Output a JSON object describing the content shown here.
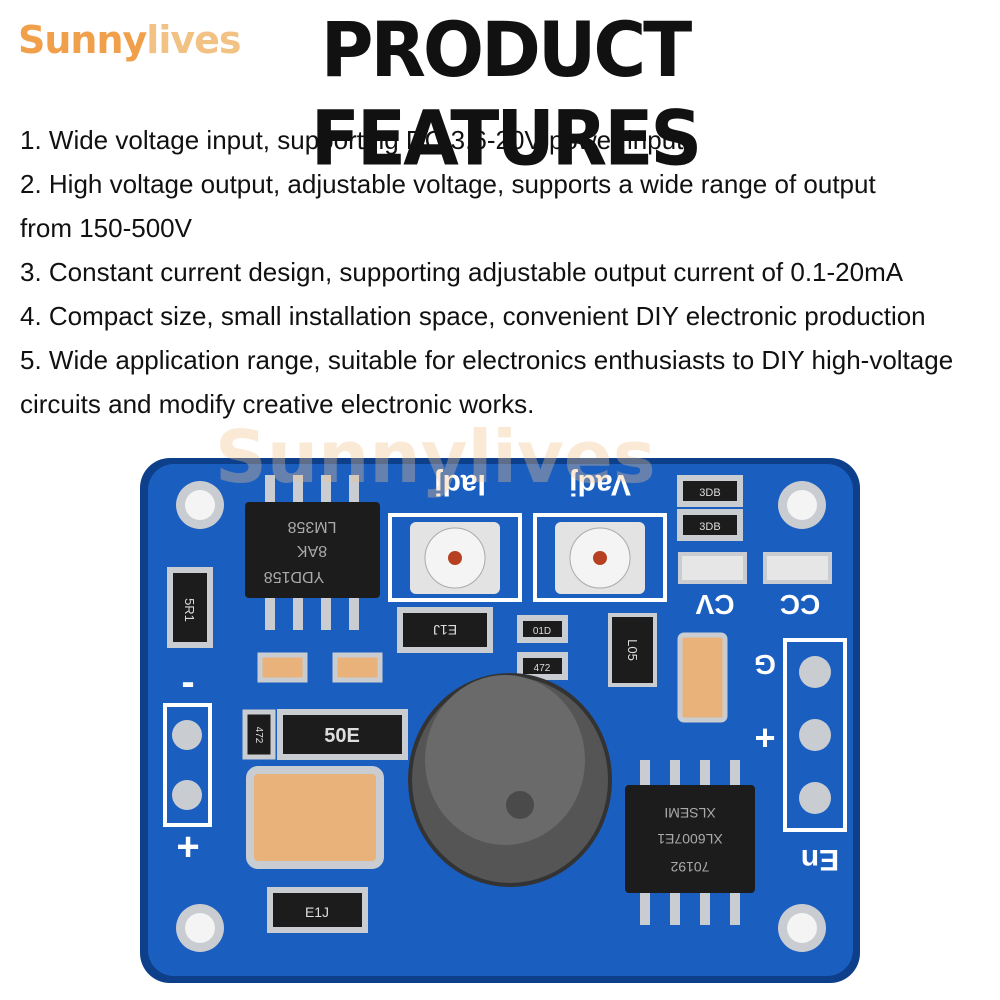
{
  "brand": {
    "logo_a": "Sunny",
    "logo_b": "lives",
    "watermark": "Sunnylives"
  },
  "heading": "PRODUCT FEATURES",
  "features": [
    "1. Wide voltage input, supporting DC 3.6-20V power input",
    "2. High voltage output, adjustable voltage, supports a wide range of output",
    "from 150-500V",
    "3. Constant current design, supporting adjustable output current of 0.1-20mA",
    "4. Compact size, small installation space, convenient DIY electronic production",
    "5. Wide application range, suitable for electronics enthusiasts to DIY high-voltage",
    "circuits and modify creative electronic works."
  ],
  "board": {
    "colors": {
      "pcb": "#1a5fc0",
      "pcb_edge": "#0e3f8a",
      "silkscreen": "#ffffff",
      "chip": "#1c1c1c",
      "pad": "#c9ccd1",
      "capacitor": "#e8b27a"
    },
    "silk_labels": {
      "iadj": "Iadj",
      "vadj": "Vadj",
      "cv": "CV",
      "cc": "CC",
      "g": "G",
      "plus_right": "+",
      "en": "En",
      "minus_left": "-",
      "plus_left": "+"
    },
    "chip_labels": {
      "lm358_a": "YDD158",
      "lm358_b": "8AK",
      "lm358_c": "LM358",
      "xl_a": "70192",
      "xl_b": "XL6007E1",
      "xl_c": "XLSEMI",
      "diode_top": "E1J",
      "diode_bottom": "E1J",
      "d_50e": "50E",
      "r_5r1": "5R1",
      "r_3db_a": "3DB",
      "r_3db_b": "3DB",
      "r_01d": "01D",
      "r_472_a": "472",
      "r_472_b": "472",
      "t_l05": "L05"
    }
  }
}
